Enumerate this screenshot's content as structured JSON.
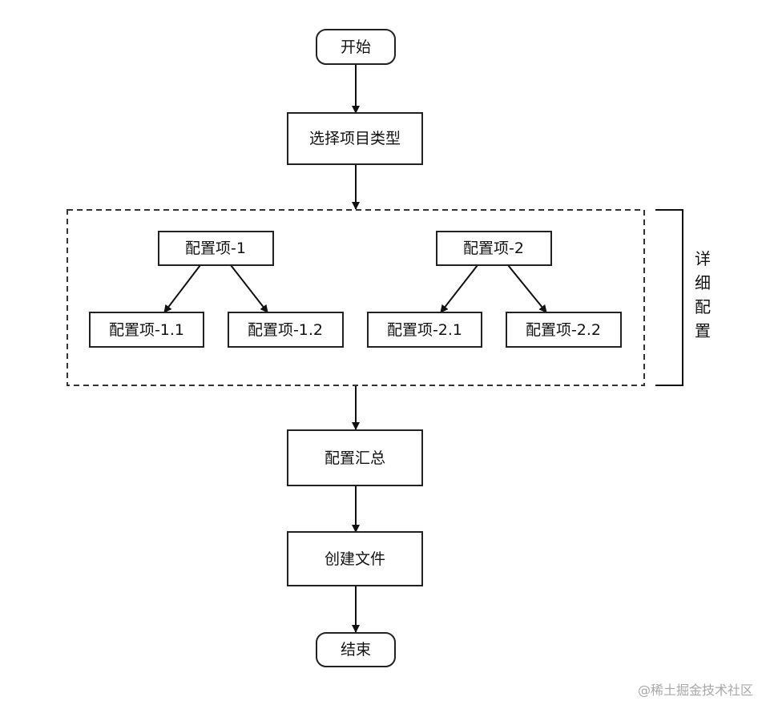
{
  "nodes": {
    "start": "开始",
    "select_type": "选择项目类型",
    "config_1": "配置项-1",
    "config_2": "配置项-2",
    "config_1_1": "配置项-1.1",
    "config_1_2": "配置项-1.2",
    "config_2_1": "配置项-2.1",
    "config_2_2": "配置项-2.2",
    "summary": "配置汇总",
    "create_file": "创建文件",
    "end": "结束"
  },
  "group": {
    "label_chars": [
      "详",
      "细",
      "配",
      "置"
    ]
  },
  "watermark": "@稀土掘金技术社区"
}
